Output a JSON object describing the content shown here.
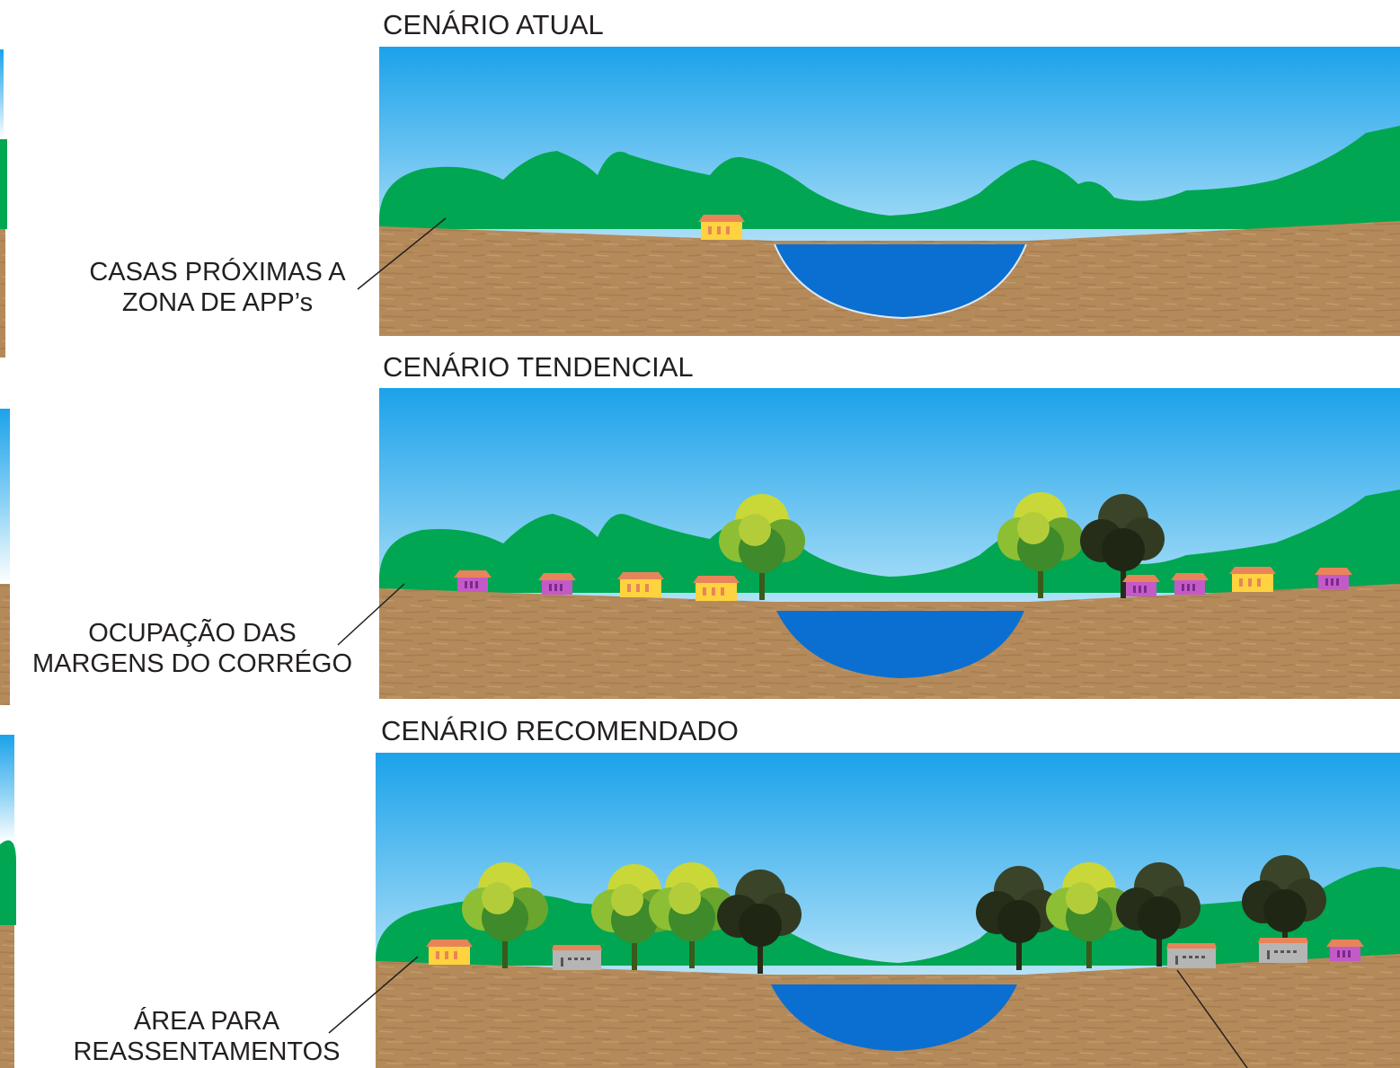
{
  "panels": [
    {
      "title": "CENÁRIO ATUAL",
      "label_lines": [
        "CASAS PRÓXIMAS A",
        "ZONA DE APP’s"
      ]
    },
    {
      "title": "CENÁRIO TENDENCIAL",
      "label_lines": [
        "OCUPAÇÃO DAS",
        "MARGENS DO CORRÉGO"
      ]
    },
    {
      "title": "CENÁRIO RECOMENDADO",
      "label_lines": [
        "ÁREA PARA",
        "REASSENTAMENTOS"
      ]
    }
  ],
  "colors": {
    "sky_top": "#1aa3e8",
    "sky_bottom": "#ffffff",
    "hills": "#00a651",
    "soil": "#b58a5a",
    "water": "#0b6fd1",
    "house_yellow": "#ffd23f",
    "house_purple": "#c45ac8",
    "house_gray": "#b5b5b5",
    "roof": "#e8845a",
    "tree_light": "#a8c83a",
    "tree_mid": "#3f8a2a",
    "tree_dark": "#2f3a22"
  }
}
